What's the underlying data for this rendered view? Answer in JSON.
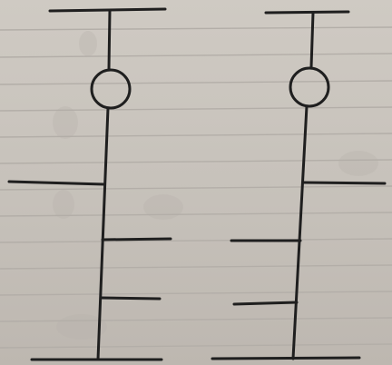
{
  "drawing": {
    "description_hidden": true,
    "ink_color": "#1f1f1f",
    "paper_color": "#c9c4bd",
    "ruled_line_color": "#b3aea8",
    "ruled_lines": 13,
    "figures": [
      {
        "name": "left-figure",
        "bubble": true,
        "branches": [
          "top-cap",
          "left-branch",
          "right-branch-1",
          "right-branch-2",
          "base"
        ]
      },
      {
        "name": "right-figure",
        "bubble": true,
        "branches": [
          "top-cap",
          "right-branch",
          "left-branch-1",
          "left-branch-2",
          "base"
        ]
      }
    ]
  }
}
